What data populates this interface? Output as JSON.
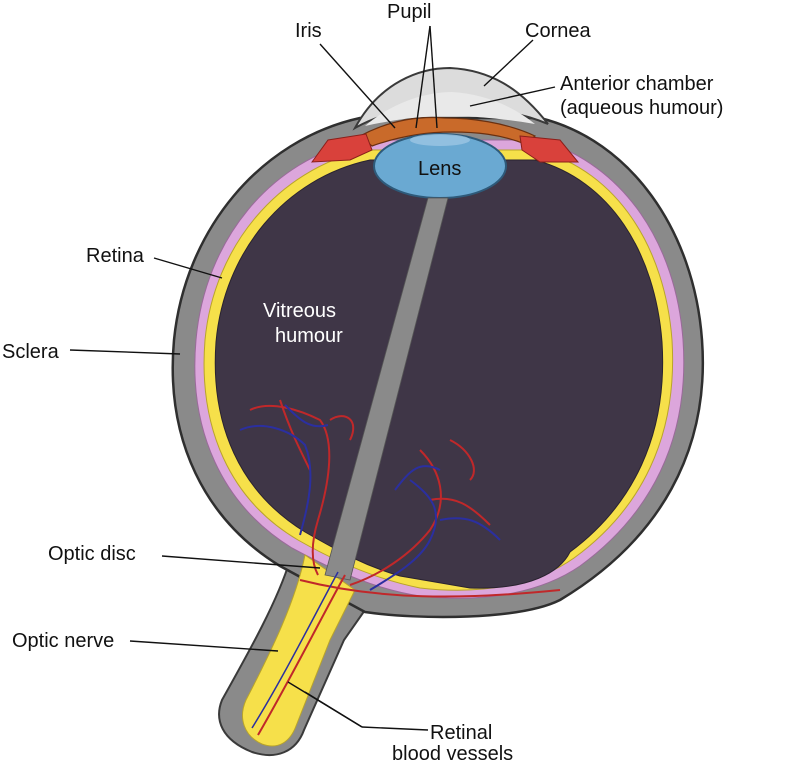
{
  "labels": {
    "pupil": "Pupil",
    "iris": "Iris",
    "cornea": "Cornea",
    "anterior_chamber_line1": "Anterior chamber",
    "anterior_chamber_line2": "(aqueous humour)",
    "lens": "Lens",
    "retina": "Retina",
    "vitreous_line1": "Vitreous",
    "vitreous_line2": "humour",
    "sclera": "Sclera",
    "optic_disc": "Optic disc",
    "optic_nerve": "Optic nerve",
    "retinal_vessels_line1": "Retinal",
    "retinal_vessels_line2": "blood vessels"
  },
  "colors": {
    "sclera": "#8a8a8a",
    "sclera_edge": "#3a3a3a",
    "choroid": "#dca6dc",
    "retina": "#f6e04a",
    "vitreous": "#3f3647",
    "lens": "#6aa9d2",
    "iris": "#c96a2a",
    "ciliary": "#d9413b",
    "cornea": "#dcdcdc",
    "vessel_red": "#c0282a",
    "vessel_blue": "#2b2fa0"
  }
}
